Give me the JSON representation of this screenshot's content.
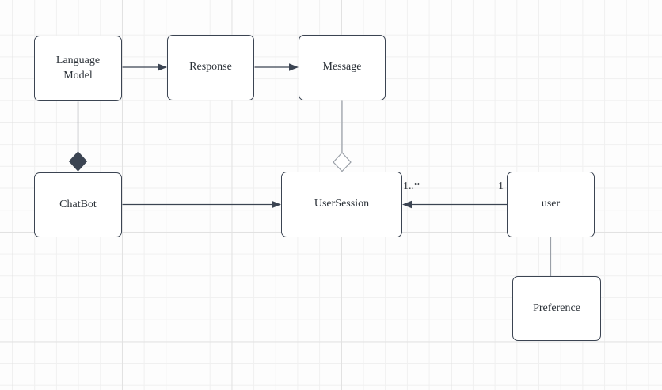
{
  "diagram": {
    "nodes": {
      "language_model": {
        "label": "Language Model"
      },
      "response": {
        "label": "Response"
      },
      "message": {
        "label": "Message"
      },
      "chatbot": {
        "label": "ChatBot"
      },
      "user_session": {
        "label": "UserSession"
      },
      "user": {
        "label": "user"
      },
      "preference": {
        "label": "Preference"
      }
    },
    "edge_labels": {
      "user_session_multiplicity": "1..*",
      "user_multiplicity": "1"
    },
    "colors": {
      "node_border": "#3b4452",
      "connector_dark": "#3b4452",
      "connector_light": "#9aa0a8",
      "grid_minor": "#f0f0f0",
      "grid_major": "#e2e2e2",
      "canvas_bg": "#fdfdfd",
      "node_fill": "#ffffff",
      "text_color": "#2b3138"
    }
  }
}
